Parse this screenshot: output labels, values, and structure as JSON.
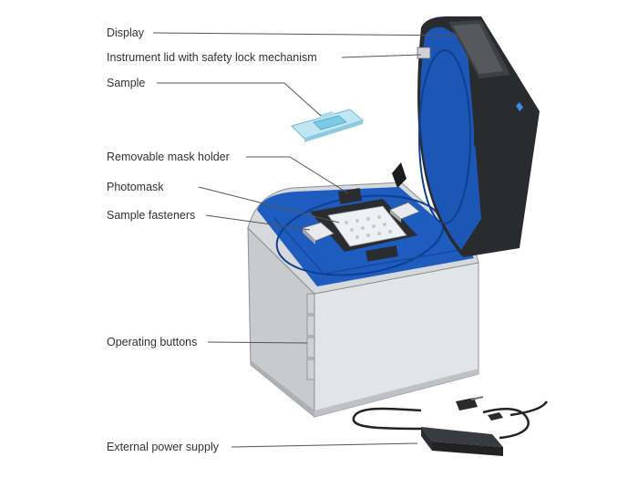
{
  "callouts": [
    {
      "key": "display",
      "label": "Display"
    },
    {
      "key": "lid",
      "label": "Instrument lid with safety lock mechanism"
    },
    {
      "key": "sample",
      "label": "Sample"
    },
    {
      "key": "mask_holder",
      "label": "Removable mask holder"
    },
    {
      "key": "photomask",
      "label": "Photomask"
    },
    {
      "key": "fasteners",
      "label": "Sample fasteners"
    },
    {
      "key": "buttons",
      "label": "Operating buttons"
    },
    {
      "key": "power",
      "label": "External power supply"
    }
  ],
  "colors": {
    "housing": "#dedfe2",
    "housing_dark": "#b9bbbf",
    "lid_shell": "#2a2b2e",
    "lid_inner": "#1d57b5",
    "chamber": "#1e5cc0",
    "photomask": "#e8e9ec",
    "leader_line": "#555555",
    "text": "#333333"
  },
  "icons": [
    "display-icon",
    "power-supply-icon",
    "sample-slide-icon"
  ]
}
